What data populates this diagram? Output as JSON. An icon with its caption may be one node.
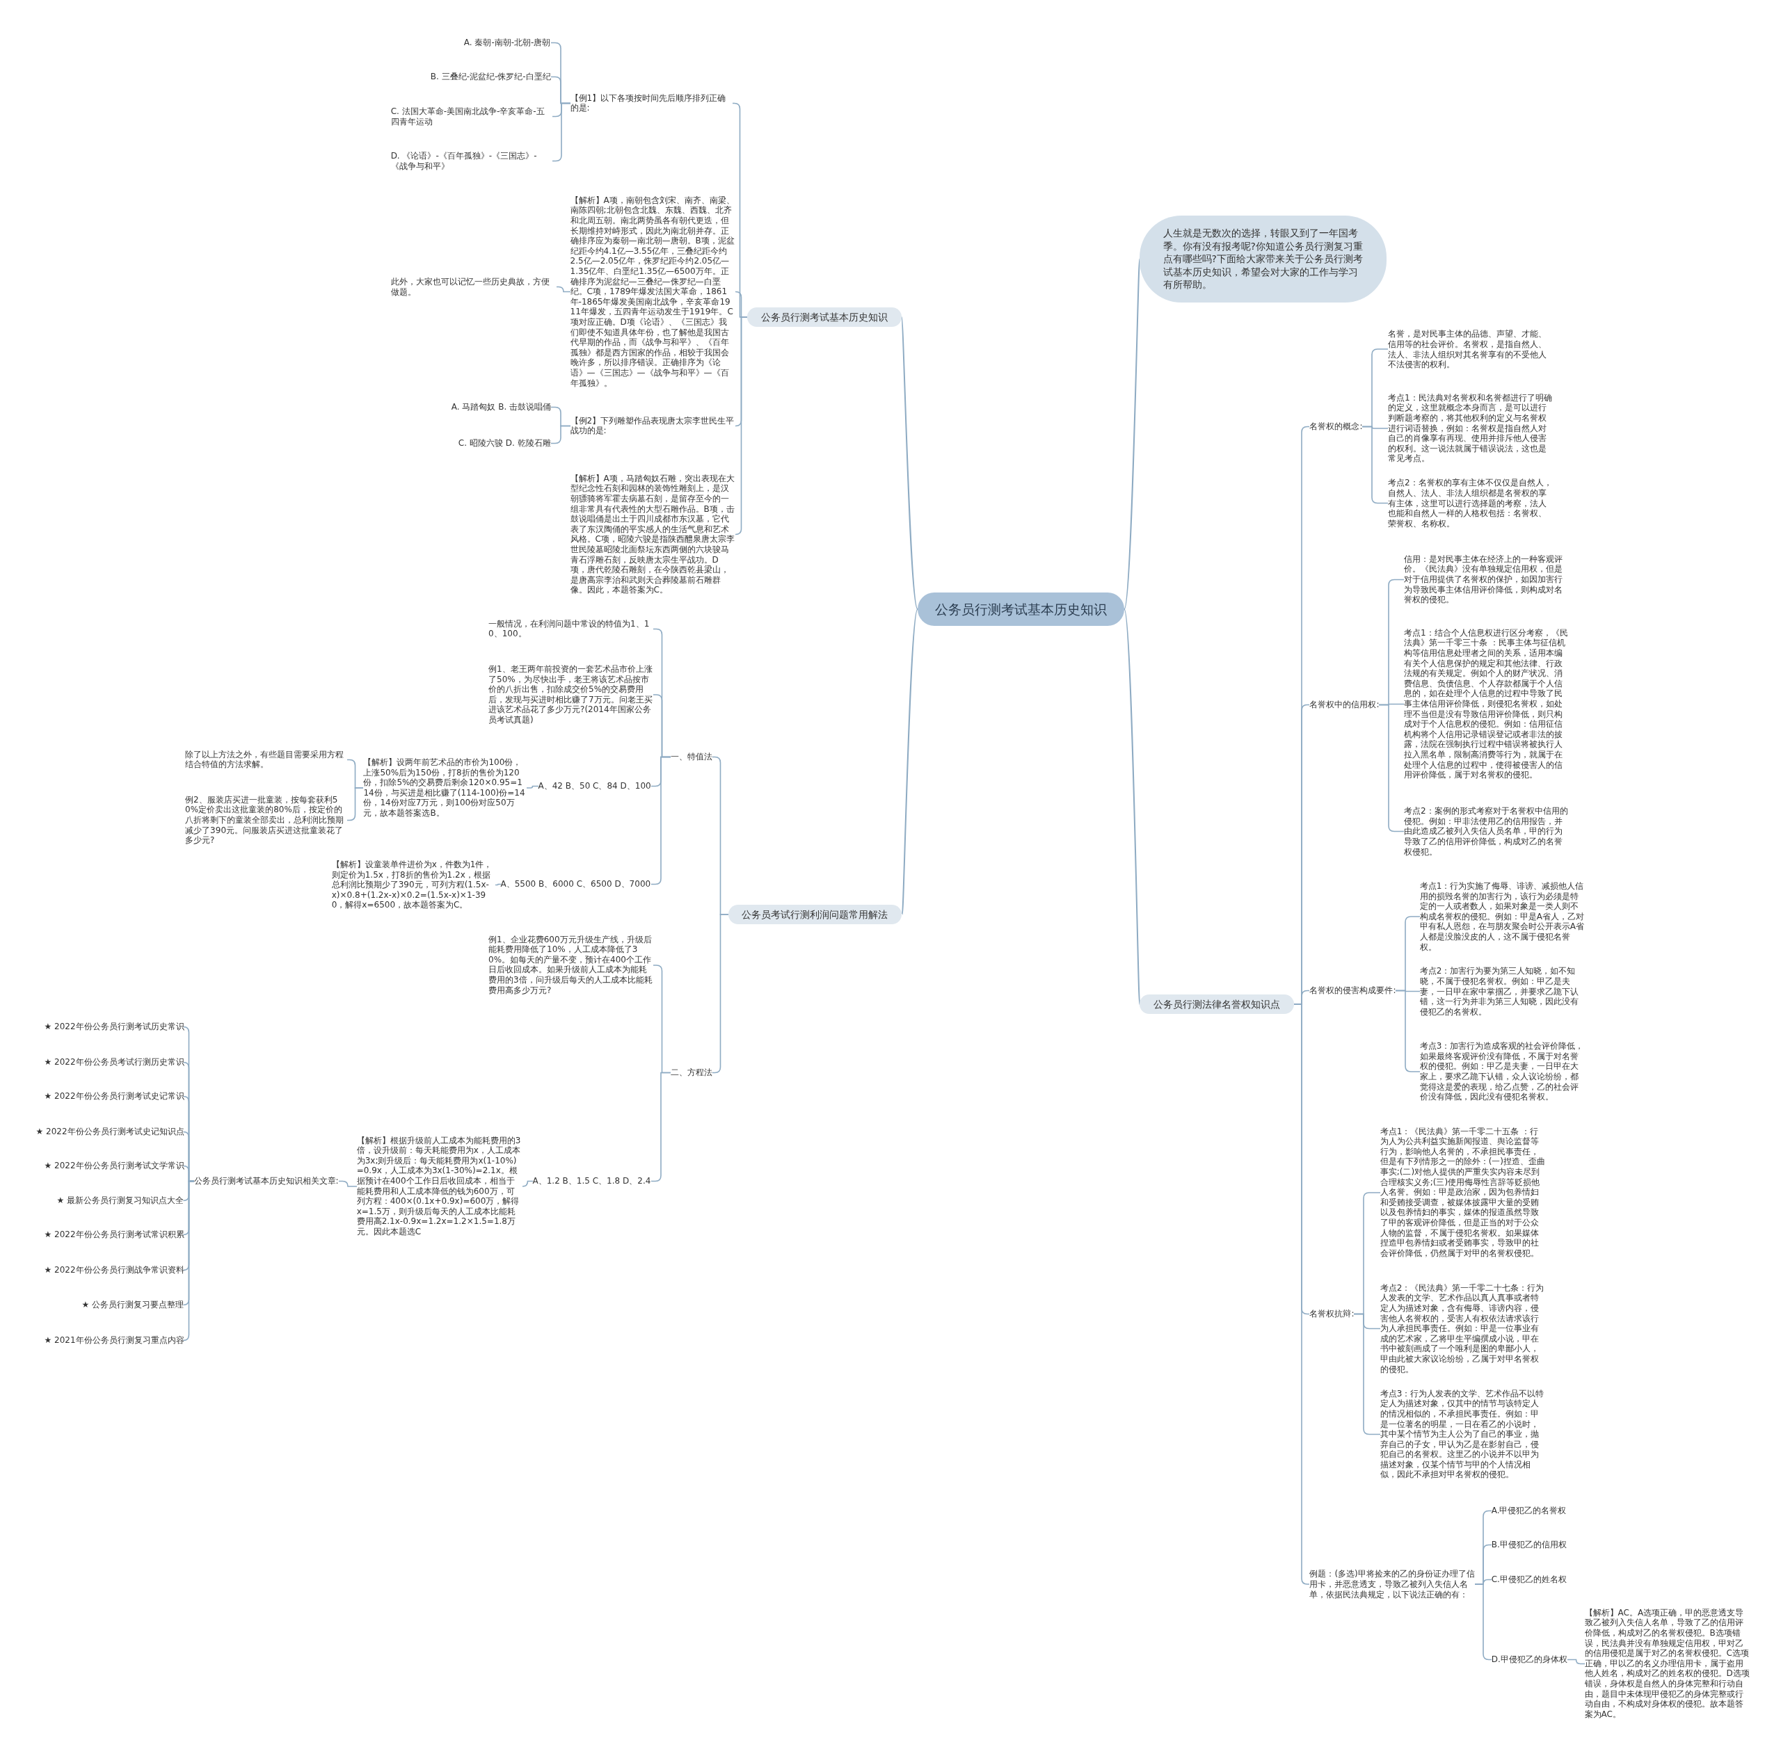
{
  "diagram": {
    "nodes": [
      {
        "text": [
          "公务员行测考试基本历史知识"
        ]
      },
      {
        "text": [
          "人生就是无数次的选择，转眼又到了一年国考季。你有没有报考呢?你知道公务员行测复习重点有哪些吗?下面给大家带来关于公务员行测考试基本历史知识，希望会对大家的工作与学习有所帮助。"
        ]
      },
      {
        "text": [
          "公务员行测考试基本历史知识"
        ]
      },
      {
        "text": [
          "【例1】以下各项按时间先后顺序排列正确的是:"
        ]
      },
      {
        "text": [
          "A. 秦朝-南朝-北朝-唐朝"
        ]
      },
      {
        "text": [
          "B. 三叠纪-泥盆纪-侏罗纪-白垩纪"
        ]
      },
      {
        "text": [
          "C. 法国大革命-美国南北战争-辛亥革命-五四青年运动"
        ]
      },
      {
        "text": [
          "D. 《论语》-《百年孤独》-《三国志》-《战争与和平》"
        ]
      },
      {
        "text": [
          "【解析】A项，南朝包含刘宋、南齐、南梁、南陈四朝;北朝包含北魏、东魏、西魏、北齐和北周五朝。南北两势虽各有朝代更迭，但长期维持对峙形式，因此为南北朝并存。正确排序应为秦朝—南北朝—唐朝。B项，泥盆纪距今约4.1亿—3.55亿年，三叠纪距今约2.5亿—2.05亿年，侏罗纪距今约2.05亿—1.35亿年、白垩纪1.35亿—6500万年。正确排序为泥盆纪—三叠纪—侏罗纪—白垩纪。C项，1789年爆发法国大革命，1861年-1865年爆发美国南北战争，辛亥革命1911年爆发，五四青年运动发生于1919年。C项对应正确。D项《论语》、《三国志》我们即使不知道具体年份，也了解他是我国古代早期的作品，而《战争与和平》、《百年孤独》都是西方国家的作品，相较于我国会晚许多，所以排序错误。正确排序为《论语》—《三国志》—《战争与和平》—《百年孤独》。"
        ]
      },
      {
        "text": [
          "此外，大家也可以记忆一些历史典故，方便做题。"
        ]
      },
      {
        "text": [
          "【例2】下列雕塑作品表现唐太宗李世民生平战功的是:"
        ]
      },
      {
        "text": [
          "A. 马踏匈奴 B. 击鼓说唱俑"
        ]
      },
      {
        "text": [
          "C. 昭陵六骏 D. 乾陵石雕"
        ]
      },
      {
        "text": [
          "【解析】A项，马踏匈奴石雕，突出表现在大型纪念性石刻和园林的装饰性雕刻上，是汉朝骠骑将军霍去病墓石刻，是留存至今的一组非常具有代表性的大型石雕作品。B项，击鼓说唱俑是出土于四川成都市东汉墓，它代表了东汉陶俑的平实感人的生活气息和艺术风格。C项，昭陵六骏是指陕西醴泉唐太宗李世民陵墓昭陵北面祭坛东西两侧的六块骏马青石浮雕石刻，反映唐太宗生平战功。D项，唐代乾陵石雕刻，在今陕西乾县梁山，是唐高宗李治和武则天合葬陵墓前石雕群像。因此，本题答案为C。"
        ]
      },
      {
        "text": [
          "公务员考试行测利润问题常用解法"
        ]
      },
      {
        "text": [
          "一、特值法"
        ]
      },
      {
        "text": [
          "二、方程法"
        ]
      },
      {
        "text": [
          "一般情况，在利润问题中常设的特值为1、10、100。"
        ]
      },
      {
        "text": [
          "例1、老王两年前投资的一套艺术品市价上涨了50%，为尽快出手，老王将该艺术品按市价的八折出售，扣除成交价5%的交易费用后，发现与买进时相比赚了7万元。问老王买进该艺术品花了多少万元?(2014年国家公务员考试真题)"
        ]
      },
      {
        "text": [
          "A、42 B、50 C、84 D、100"
        ]
      },
      {
        "text": [
          "【解析】设两年前艺术品的市价为100份，上涨50%后为150份，打8折的售价为120份，扣除5%的交易费后剩余120×0.95=114份，与买进是相比赚了(114-100)份=14份，14份对应7万元，则100份对应50万元，故本题答案选B。"
        ]
      },
      {
        "text": [
          "除了以上方法之外，有些题目需要采用方程结合特值的方法求解。"
        ]
      },
      {
        "text": [
          "例2、服装店买进一批童装，按每套获利50%定价卖出这批童装的80%后，按定价的八折将剩下的童装全部卖出，总利润比预期减少了390元。问服装店买进这批童装花了多少元?"
        ]
      },
      {
        "text": [
          "A、5500 B、6000 C、6500 D、7000"
        ]
      },
      {
        "text": [
          "【解析】设童装单件进价为x，件数为1件，则定价为1.5x，打8折的售价为1.2x，根据总利润比预期少了390元，可列方程(1.5x-x)×0.8+(1.2x-x)×0.2=(1.5x-x)×1-390，解得x=6500，故本题答案为C。"
        ]
      },
      {
        "text": [
          "例1、企业花费600万元升级生产线，升级后能耗费用降低了10%，人工成本降低了30%。如每天的产量不变，预计在400个工作日后收回成本。如果升级前人工成本为能耗费用的3倍，问升级后每天的人工成本比能耗费用高多少万元?"
        ]
      },
      {
        "text": [
          "A、1.2 B、1.5 C、1.8 D、2.4"
        ]
      },
      {
        "text": [
          "【解析】根据升级前人工成本为能耗费用的3倍，设升级前：每天耗能费用为x，人工成本为3x;则升级后：每天能耗费用为x(1-10%)=0.9x，人工成本为3x(1-30%)=2.1x。根据预计在400个工作日后收回成本，相当于能耗费用和人工成本降低的钱为600万，可列方程：400×(0.1x+0.9x)=600万，解得x=1.5万，则升级后每天的人工成本比能耗费用高2.1x-0.9x=1.2x=1.2×1.5=1.8万元。因此本题选C"
        ]
      },
      {
        "text": [
          "公务员行测考试基本历史知识相关文章:"
        ]
      },
      {
        "text": [
          "★ 2022年份公务员行测考试历史常识"
        ]
      },
      {
        "text": [
          "★ 2022年份公务员考试行测历史常识"
        ]
      },
      {
        "text": [
          "★ 2022年份公务员行测考试史记常识"
        ]
      },
      {
        "text": [
          "★ 2022年份公务员行测考试史记知识点"
        ]
      },
      {
        "text": [
          "★ 2022年份公务员行测考试文学常识"
        ]
      },
      {
        "text": [
          "★ 最新公务员行测复习知识点大全"
        ]
      },
      {
        "text": [
          "★ 2022年份公务员行测考试常识积累"
        ]
      },
      {
        "text": [
          "★ 2022年份公务员行测战争常识资料"
        ]
      },
      {
        "text": [
          "★ 公务员行测复习要点整理"
        ]
      },
      {
        "text": [
          "★ 2021年份公务员行测复习重点内容"
        ]
      },
      {
        "text": [
          "公务员行测法律名誉权知识点"
        ]
      },
      {
        "text": [
          "名誉权的概念:"
        ]
      },
      {
        "text": [
          "名誉，是对民事主体的品德、声望、才能、信用等的社会评价。名誉权，是指自然人、法人、非法人组织对其名誉享有的不受他人不法侵害的权利。"
        ]
      },
      {
        "text": [
          "考点1：民法典对名誉权和名誉都进行了明确的定义，这里就概念本身而言，是可以进行判断题考察的，将其他权利的定义与名誉权进行词语替换，例如：名誉权是指自然人对自己的肖像享有再现、使用并排斥他人侵害的权利。这一说法就属于错误说法，这也是常见考点。"
        ]
      },
      {
        "text": [
          "考点2：名誉权的享有主体不仅仅是自然人，自然人、法人、非法人组织都是名誉权的享有主体，这里可以进行选择题的考察，法人也能和自然人一样的人格权包括：名誉权、荣誉权、名称权。"
        ]
      },
      {
        "text": [
          "名誉权中的信用权:"
        ]
      },
      {
        "text": [
          "信用：是对民事主体在经济上的一种客观评价。《民法典》没有单独规定信用权，但是对于信用提供了名誉权的保护，如因加害行为导致民事主体信用评价降低，则构成对名誉权的侵犯。"
        ]
      },
      {
        "text": [
          "考点1：结合个人信息权进行区分考察，《民法典》第一千零三十条 ：民事主体与征信机构等信用信息处理者之间的关系，适用本编有关个人信息保护的规定和其他法律、行政法规的有关规定。例如个人的财产状况、消费信息、负债信息、个人存款都属于个人信息的，如在处理个人信息的过程中导致了民事主体信用评价降低，则侵犯名誉权，如处理不当但是没有导致信用评价降低，则只构成对于个人信息权的侵犯。例如：信用征信机构将个人信用记录错误登记或者非法的披露，法院在强制执行过程中错误将被执行人拉入黑名单，限制高消费等行为，就属于在处理个人信息的过程中，使得被侵害人的信用评价降低，属于对名誉权的侵犯。"
        ]
      },
      {
        "text": [
          "考点2：案例的形式考察对于名誉权中信用的侵犯。例如：甲非法使用乙的信用报告，并由此造成乙被列入失信人员名单，甲的行为导致了乙的信用评价降低，构成对乙的名誉权侵犯。"
        ]
      },
      {
        "text": [
          "名誉权的侵害构成要件:"
        ]
      },
      {
        "text": [
          "考点1：行为实施了侮辱、诽谤、减损他人信用的损毁名誉的加害行为，该行为必须是特定的一人或者数人，如果对象是一类人则不构成名誉权的侵犯。例如：甲是A省人，乙对甲有私人恩怨，在与朋友聚会时公开表示A省人都是没脸没皮的人，这不属于侵犯名誉权。"
        ]
      },
      {
        "text": [
          "考点2：加害行为要为第三人知晓，如不知晓，不属于侵犯名誉权。例如：甲乙是夫妻，一日甲在家中掌掴乙，并要求乙跪下认错，这一行为并非为第三人知晓，因此没有侵犯乙的名誉权。"
        ]
      },
      {
        "text": [
          "考点3：加害行为造成客观的社会评价降低，如果最终客观评价没有降低，不属于对名誉权的侵犯。例如：甲乙是夫妻，一日甲在大家上，要求乙跪下认错，众人议论纷纷，都觉得这是爱的表现，给乙点赞，乙的社会评价没有降低，因此没有侵犯名誉权。"
        ]
      },
      {
        "text": [
          "名誉权抗辩:"
        ]
      },
      {
        "text": [
          "考点1：《民法典》第一千零二十五条 ：行为人为公共利益实施新闻报道、舆论监督等行为，影响他人名誉的，不承担民事责任，但是有下列情形之一的除外：(一)捏造、歪曲事实;(二)对他人提供的严重失实内容未尽到合理核实义务;(三)使用侮辱性言辞等贬损他人名誉。例如：甲是政治家，因为包养情妇和受贿接受调查，被媒体披露甲大量的受贿以及包养情妇的事实，媒体的报道虽然导致了甲的客观评价降低，但是正当的对于公众人物的监督，不属于侵犯名誉权。如果媒体捏造甲包养情妇或者受贿事实，导致甲的社会评价降低，仍然属于对甲的名誉权侵犯。"
        ]
      },
      {
        "text": [
          "考点2：《民法典》第一千零二十七条：行为人发表的文学、艺术作品以真人真事或者特定人为描述对象，含有侮辱、诽谤内容，侵害他人名誉权的，受害人有权依法请求该行为人承担民事责任。例如：甲是一位事业有成的艺术家，乙将甲生平编撰成小说，甲在书中被刻画成了一个唯利是图的卑鄙小人，甲由此被大家议论纷纷，乙属于对甲名誉权的侵犯。"
        ]
      },
      {
        "text": [
          "考点3：行为人发表的文学、艺术作品不以特定人为描述对象，仅其中的情节与该特定人的情况相似的，不承担民事责任。例如：甲是一位著名的明星，一日在看乙的小说时，其中某个情节为主人公为了自己的事业，抛弃自己的子女，甲认为乙是在影射自己，侵犯自己的名誉权。这里乙的小说并不以甲为描述对象，仅某个情节与甲的个人情况相似，因此不承担对甲名誉权的侵犯。"
        ]
      },
      {
        "text": [
          "例题：(多选)甲将捡来的乙的身份证办理了信用卡，并恶意透支，导致乙被列入失信人名单，依据民法典规定，以下说法正确的有："
        ]
      },
      {
        "text": [
          "A.甲侵犯乙的名誉权"
        ]
      },
      {
        "text": [
          "B.甲侵犯乙的信用权"
        ]
      },
      {
        "text": [
          "C.甲侵犯乙的姓名权"
        ]
      },
      {
        "text": [
          "D.甲侵犯乙的身体权"
        ]
      },
      {
        "text": [
          "【解析】AC。A选项正确，甲的恶意透支导致乙被列入失信人名单，导致了乙的信用评价降低，构成对乙的名誉权侵犯。B选项错误，民法典并没有单独规定信用权，甲对乙的信用侵犯是属于对乙的名誉权侵犯。C选项正确，甲以乙的名义办理信用卡，属于盗用他人姓名，构成对乙的姓名权的侵犯。D选项错误，身体权是自然人的身体完整和行动自由，题目中未体现甲侵犯乙的身体完整或行动自由，不构成对身体权的侵犯。故本题答案为AC。"
        ]
      }
    ],
    "edges": [
      {
        "from": 0,
        "to": 1,
        "arrow": "none"
      },
      {
        "from": 0,
        "to": 2,
        "arrow": "none"
      },
      {
        "from": 0,
        "to": 14,
        "arrow": "none"
      },
      {
        "from": 0,
        "to": 39,
        "arrow": "none"
      },
      {
        "from": 2,
        "to": 3,
        "arrow": "none"
      },
      {
        "from": 2,
        "to": 8,
        "arrow": "none"
      },
      {
        "from": 2,
        "to": 10,
        "arrow": "none"
      },
      {
        "from": 2,
        "to": 13,
        "arrow": "none"
      },
      {
        "from": 3,
        "to": 4,
        "arrow": "none"
      },
      {
        "from": 3,
        "to": 5,
        "arrow": "none"
      },
      {
        "from": 3,
        "to": 6,
        "arrow": "none"
      },
      {
        "from": 3,
        "to": 7,
        "arrow": "none"
      },
      {
        "from": 8,
        "to": 9,
        "arrow": "none"
      },
      {
        "from": 10,
        "to": 11,
        "arrow": "none"
      },
      {
        "from": 10,
        "to": 12,
        "arrow": "none"
      },
      {
        "from": 14,
        "to": 15,
        "arrow": "none"
      },
      {
        "from": 14,
        "to": 16,
        "arrow": "none"
      },
      {
        "from": 15,
        "to": 17,
        "arrow": "none"
      },
      {
        "from": 15,
        "to": 18,
        "arrow": "none"
      },
      {
        "from": 15,
        "to": 19,
        "arrow": "none"
      },
      {
        "from": 15,
        "to": 23,
        "arrow": "none"
      },
      {
        "from": 19,
        "to": 20,
        "arrow": "none"
      },
      {
        "from": 20,
        "to": 21,
        "arrow": "none"
      },
      {
        "from": 20,
        "to": 22,
        "arrow": "none"
      },
      {
        "from": 23,
        "to": 24,
        "arrow": "none"
      },
      {
        "from": 16,
        "to": 25,
        "arrow": "none"
      },
      {
        "from": 16,
        "to": 26,
        "arrow": "none"
      },
      {
        "from": 26,
        "to": 27,
        "arrow": "none"
      },
      {
        "from": 27,
        "to": 28,
        "arrow": "none"
      },
      {
        "from": 28,
        "to": 29,
        "arrow": "none"
      },
      {
        "from": 28,
        "to": 30,
        "arrow": "none"
      },
      {
        "from": 28,
        "to": 31,
        "arrow": "none"
      },
      {
        "from": 28,
        "to": 32,
        "arrow": "none"
      },
      {
        "from": 28,
        "to": 33,
        "arrow": "none"
      },
      {
        "from": 28,
        "to": 34,
        "arrow": "none"
      },
      {
        "from": 28,
        "to": 35,
        "arrow": "none"
      },
      {
        "from": 28,
        "to": 36,
        "arrow": "none"
      },
      {
        "from": 28,
        "to": 37,
        "arrow": "none"
      },
      {
        "from": 28,
        "to": 38,
        "arrow": "none"
      },
      {
        "from": 39,
        "to": 40,
        "arrow": "none"
      },
      {
        "from": 39,
        "to": 44,
        "arrow": "none"
      },
      {
        "from": 39,
        "to": 48,
        "arrow": "none"
      },
      {
        "from": 39,
        "to": 52,
        "arrow": "none"
      },
      {
        "from": 39,
        "to": 56,
        "arrow": "none"
      },
      {
        "from": 40,
        "to": 41,
        "arrow": "none"
      },
      {
        "from": 40,
        "to": 42,
        "arrow": "none"
      },
      {
        "from": 40,
        "to": 43,
        "arrow": "none"
      },
      {
        "from": 44,
        "to": 45,
        "arrow": "none"
      },
      {
        "from": 44,
        "to": 46,
        "arrow": "none"
      },
      {
        "from": 44,
        "to": 47,
        "arrow": "none"
      },
      {
        "from": 48,
        "to": 49,
        "arrow": "none"
      },
      {
        "from": 48,
        "to": 50,
        "arrow": "none"
      },
      {
        "from": 48,
        "to": 51,
        "arrow": "none"
      },
      {
        "from": 52,
        "to": 53,
        "arrow": "none"
      },
      {
        "from": 52,
        "to": 54,
        "arrow": "none"
      },
      {
        "from": 52,
        "to": 55,
        "arrow": "none"
      },
      {
        "from": 56,
        "to": 57,
        "arrow": "none"
      },
      {
        "from": 56,
        "to": 58,
        "arrow": "none"
      },
      {
        "from": 56,
        "to": 59,
        "arrow": "none"
      },
      {
        "from": 56,
        "to": 60,
        "arrow": "none"
      },
      {
        "from": 60,
        "to": 61,
        "arrow": "none"
      }
    ]
  }
}
